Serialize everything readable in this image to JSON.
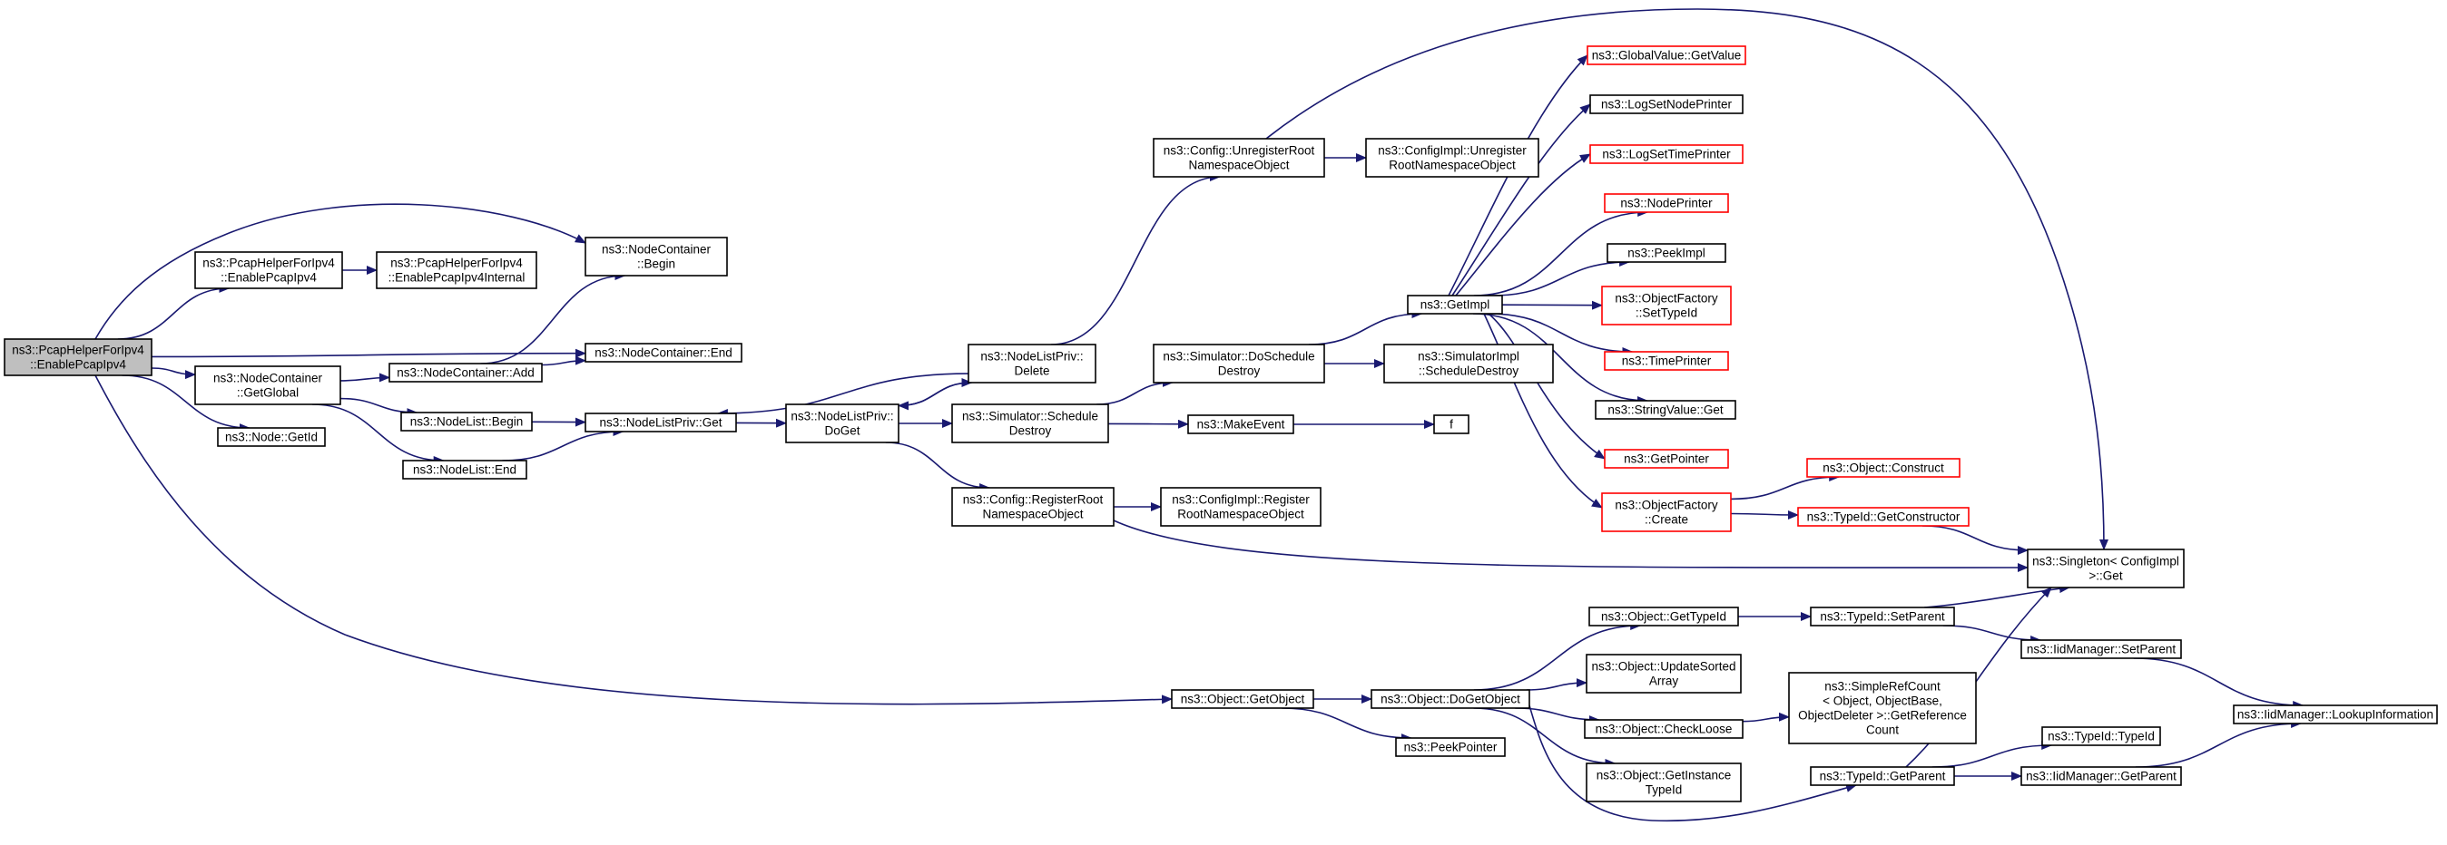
{
  "colors": {
    "edge": "#191970",
    "node_border": "#000000",
    "node_border_undocumented": "#ff0000",
    "node_fill": "#ffffff",
    "root_fill": "#bfbfbf"
  },
  "nodes": [
    {
      "id": "root",
      "lines": [
        "ns3::PcapHelperForIpv4",
        "::EnablePcapIpv4"
      ],
      "root": true
    },
    {
      "id": "helperEnable",
      "lines": [
        "ns3::PcapHelperForIpv4",
        "::EnablePcapIpv4"
      ]
    },
    {
      "id": "helperInternal",
      "lines": [
        "ns3::PcapHelperForIpv4",
        "::EnablePcapIpv4Internal"
      ]
    },
    {
      "id": "ncBegin",
      "lines": [
        "ns3::NodeContainer",
        "::Begin"
      ]
    },
    {
      "id": "ncEnd",
      "lines": [
        "ns3::NodeContainer::End"
      ]
    },
    {
      "id": "ncGetGlobal",
      "lines": [
        "ns3::NodeContainer",
        "::GetGlobal"
      ]
    },
    {
      "id": "ncAdd",
      "lines": [
        "ns3::NodeContainer::Add"
      ]
    },
    {
      "id": "nodeGetId",
      "lines": [
        "ns3::Node::GetId"
      ]
    },
    {
      "id": "nlBegin",
      "lines": [
        "ns3::NodeList::Begin"
      ]
    },
    {
      "id": "nlEnd",
      "lines": [
        "ns3::NodeList::End"
      ]
    },
    {
      "id": "nlpGet",
      "lines": [
        "ns3::NodeListPriv::Get"
      ]
    },
    {
      "id": "nlpDoGet",
      "lines": [
        "ns3::NodeListPriv::",
        "DoGet"
      ]
    },
    {
      "id": "nlpDelete",
      "lines": [
        "ns3::NodeListPriv::",
        "Delete"
      ]
    },
    {
      "id": "cfgUnreg",
      "lines": [
        "ns3::Config::UnregisterRoot",
        "NamespaceObject"
      ]
    },
    {
      "id": "cfgImplUnreg",
      "lines": [
        "ns3::ConfigImpl::Unregister",
        "RootNamespaceObject"
      ]
    },
    {
      "id": "simDoSched",
      "lines": [
        "ns3::Simulator::DoSchedule",
        "Destroy"
      ]
    },
    {
      "id": "simSched",
      "lines": [
        "ns3::Simulator::Schedule",
        "Destroy"
      ]
    },
    {
      "id": "simImplSched",
      "lines": [
        "ns3::SimulatorImpl",
        "::ScheduleDestroy"
      ]
    },
    {
      "id": "makeEvent",
      "lines": [
        "ns3::MakeEvent"
      ]
    },
    {
      "id": "fNode",
      "lines": [
        "f"
      ]
    },
    {
      "id": "getImpl",
      "lines": [
        "ns3::GetImpl"
      ]
    },
    {
      "id": "cfgReg",
      "lines": [
        "ns3::Config::RegisterRoot",
        "NamespaceObject"
      ]
    },
    {
      "id": "cfgImplReg",
      "lines": [
        "ns3::ConfigImpl::Register",
        "RootNamespaceObject"
      ]
    },
    {
      "id": "gvGetValue",
      "lines": [
        "ns3::GlobalValue::GetValue"
      ],
      "red": true
    },
    {
      "id": "logNode",
      "lines": [
        "ns3::LogSetNodePrinter"
      ]
    },
    {
      "id": "logTime",
      "lines": [
        "ns3::LogSetTimePrinter"
      ],
      "red": true
    },
    {
      "id": "nodePrinter",
      "lines": [
        "ns3::NodePrinter"
      ],
      "red": true
    },
    {
      "id": "peekImpl",
      "lines": [
        "ns3::PeekImpl"
      ]
    },
    {
      "id": "ofSetTypeId",
      "lines": [
        "ns3::ObjectFactory",
        "::SetTypeId"
      ],
      "red": true
    },
    {
      "id": "timePrinter",
      "lines": [
        "ns3::TimePrinter"
      ],
      "red": true
    },
    {
      "id": "svGet",
      "lines": [
        "ns3::StringValue::Get"
      ]
    },
    {
      "id": "getPointer",
      "lines": [
        "ns3::GetPointer"
      ],
      "red": true
    },
    {
      "id": "ofCreate",
      "lines": [
        "ns3::ObjectFactory",
        "::Create"
      ],
      "red": true
    },
    {
      "id": "objConstruct",
      "lines": [
        "ns3::Object::Construct"
      ],
      "red": true
    },
    {
      "id": "tidGetCtor",
      "lines": [
        "ns3::TypeId::GetConstructor"
      ],
      "red": true
    },
    {
      "id": "singleton",
      "lines": [
        "ns3::Singleton< ConfigImpl",
        " >::Get"
      ]
    },
    {
      "id": "objGetObject",
      "lines": [
        "ns3::Object::GetObject"
      ]
    },
    {
      "id": "objDoGetObject",
      "lines": [
        "ns3::Object::DoGetObject"
      ]
    },
    {
      "id": "peekPointer",
      "lines": [
        "ns3::PeekPointer"
      ]
    },
    {
      "id": "objGetTypeId",
      "lines": [
        "ns3::Object::GetTypeId"
      ]
    },
    {
      "id": "objUpdSorted",
      "lines": [
        "ns3::Object::UpdateSorted",
        "Array"
      ]
    },
    {
      "id": "objCheckLoose",
      "lines": [
        "ns3::Object::CheckLoose"
      ]
    },
    {
      "id": "objGetInst",
      "lines": [
        "ns3::Object::GetInstance",
        "TypeId"
      ]
    },
    {
      "id": "tidSetParent",
      "lines": [
        "ns3::TypeId::SetParent"
      ]
    },
    {
      "id": "srcGetRef",
      "lines": [
        "ns3::SimpleRefCount",
        "< Object, ObjectBase,",
        " ObjectDeleter >::GetReference",
        "Count"
      ]
    },
    {
      "id": "tidGetParent",
      "lines": [
        "ns3::TypeId::GetParent"
      ]
    },
    {
      "id": "iidSetParent",
      "lines": [
        "ns3::IidManager::SetParent"
      ]
    },
    {
      "id": "tidTypeId",
      "lines": [
        "ns3::TypeId::TypeId"
      ]
    },
    {
      "id": "iidGetParent",
      "lines": [
        "ns3::IidManager::GetParent"
      ]
    },
    {
      "id": "iidLookup",
      "lines": [
        "ns3::IidManager::LookupInformation"
      ]
    }
  ],
  "edges": [
    [
      "root",
      "helperEnable"
    ],
    [
      "root",
      "ncBegin"
    ],
    [
      "root",
      "ncEnd"
    ],
    [
      "root",
      "ncGetGlobal"
    ],
    [
      "root",
      "nodeGetId"
    ],
    [
      "root",
      "objGetObject"
    ],
    [
      "helperEnable",
      "helperInternal"
    ],
    [
      "ncGetGlobal",
      "ncAdd"
    ],
    [
      "ncGetGlobal",
      "nlBegin"
    ],
    [
      "ncGetGlobal",
      "nlEnd"
    ],
    [
      "ncAdd",
      "ncBegin"
    ],
    [
      "ncAdd",
      "ncEnd"
    ],
    [
      "nlBegin",
      "nlpGet"
    ],
    [
      "nlEnd",
      "nlpGet"
    ],
    [
      "nlpGet",
      "nlpDoGet"
    ],
    [
      "nlpDoGet",
      "nlpDelete"
    ],
    [
      "nlpDoGet",
      "simSched"
    ],
    [
      "nlpDoGet",
      "cfgReg"
    ],
    [
      "nlpDelete",
      "nlpGet"
    ],
    [
      "nlpDelete",
      "nlpDoGet"
    ],
    [
      "nlpDelete",
      "cfgUnreg"
    ],
    [
      "cfgUnreg",
      "cfgImplUnreg"
    ],
    [
      "cfgUnreg",
      "singleton"
    ],
    [
      "simSched",
      "simDoSched"
    ],
    [
      "simSched",
      "makeEvent"
    ],
    [
      "simDoSched",
      "simImplSched"
    ],
    [
      "simDoSched",
      "getImpl"
    ],
    [
      "makeEvent",
      "fNode"
    ],
    [
      "cfgReg",
      "cfgImplReg"
    ],
    [
      "cfgReg",
      "singleton"
    ],
    [
      "getImpl",
      "gvGetValue"
    ],
    [
      "getImpl",
      "logNode"
    ],
    [
      "getImpl",
      "logTime"
    ],
    [
      "getImpl",
      "nodePrinter"
    ],
    [
      "getImpl",
      "peekImpl"
    ],
    [
      "getImpl",
      "ofSetTypeId"
    ],
    [
      "getImpl",
      "timePrinter"
    ],
    [
      "getImpl",
      "svGet"
    ],
    [
      "getImpl",
      "getPointer"
    ],
    [
      "getImpl",
      "ofCreate"
    ],
    [
      "ofCreate",
      "objConstruct"
    ],
    [
      "ofCreate",
      "tidGetCtor"
    ],
    [
      "tidGetCtor",
      "singleton"
    ],
    [
      "objGetObject",
      "objDoGetObject"
    ],
    [
      "objGetObject",
      "peekPointer"
    ],
    [
      "objDoGetObject",
      "objGetTypeId"
    ],
    [
      "objDoGetObject",
      "objUpdSorted"
    ],
    [
      "objDoGetObject",
      "objCheckLoose"
    ],
    [
      "objDoGetObject",
      "objGetInst"
    ],
    [
      "objDoGetObject",
      "tidGetParent"
    ],
    [
      "objGetTypeId",
      "tidSetParent"
    ],
    [
      "objCheckLoose",
      "srcGetRef"
    ],
    [
      "tidSetParent",
      "singleton"
    ],
    [
      "tidSetParent",
      "iidSetParent"
    ],
    [
      "tidGetParent",
      "singleton"
    ],
    [
      "tidGetParent",
      "tidTypeId"
    ],
    [
      "tidGetParent",
      "iidGetParent"
    ],
    [
      "iidSetParent",
      "iidLookup"
    ],
    [
      "iidGetParent",
      "iidLookup"
    ]
  ]
}
